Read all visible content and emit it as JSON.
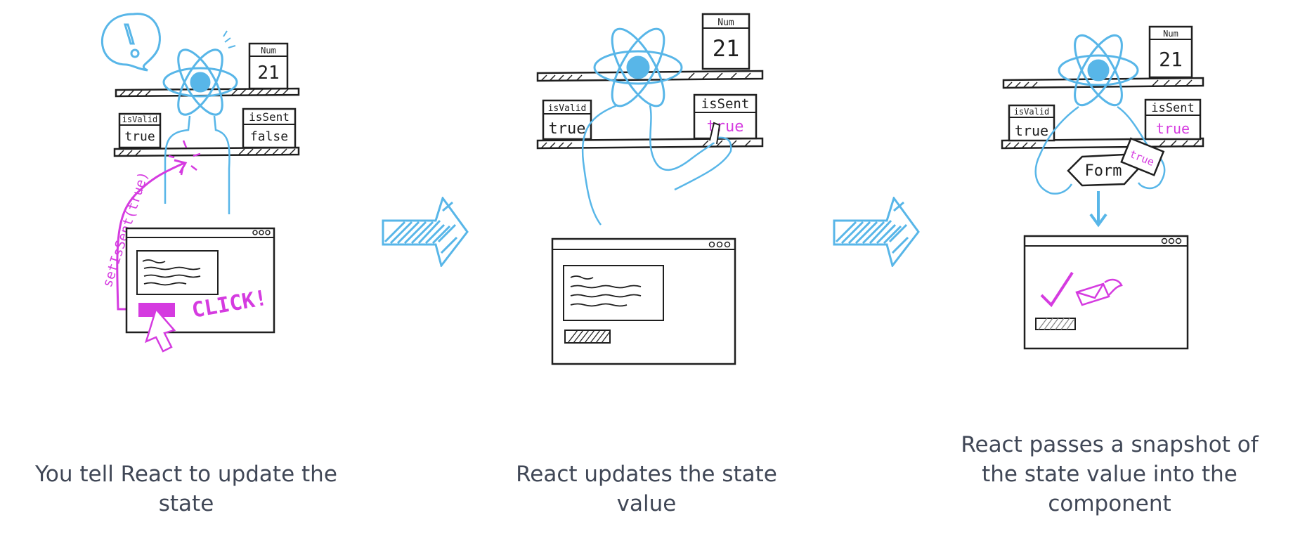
{
  "colors": {
    "blue": "#58B6E8",
    "magenta": "#D53BE0",
    "ink": "#1f1f1f",
    "caption": "#404756"
  },
  "steps": [
    {
      "caption": "You tell React to update the state",
      "labels": {
        "num": "Num",
        "num_value": "21",
        "is_valid": "isValid",
        "is_valid_value": "true",
        "is_sent": "isSent",
        "is_sent_value": "false",
        "call": "setIsSent(true)",
        "click": "CLICK!"
      }
    },
    {
      "caption": "React updates the state value",
      "labels": {
        "num": "Num",
        "num_value": "21",
        "is_valid": "isValid",
        "is_valid_value": "true",
        "is_sent": "isSent",
        "is_sent_value": "true"
      }
    },
    {
      "caption": "React passes a snapshot of the state value into the component",
      "labels": {
        "num": "Num",
        "num_value": "21",
        "is_valid": "isValid",
        "is_valid_value": "true",
        "is_sent": "isSent",
        "is_sent_value": "true",
        "form": "Form",
        "snapshot_value": "true"
      }
    }
  ]
}
